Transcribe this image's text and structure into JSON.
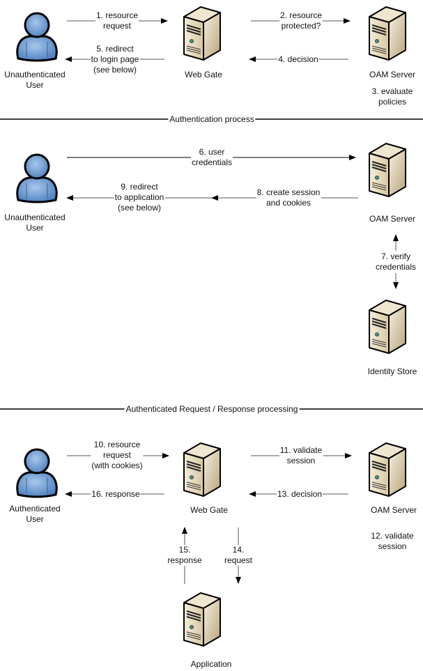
{
  "sections": {
    "auth": "Authentication process",
    "authz": "Authenticated Request / Response processing"
  },
  "actors": {
    "user1": [
      "Unauthenticated",
      "User"
    ],
    "webgate1": "Web Gate",
    "oam1": "OAM Server",
    "user2": [
      "Unauthenticated",
      "User"
    ],
    "oam2": "OAM Server",
    "idstore": "Identity Store",
    "user3": [
      "Authenticated",
      "User"
    ],
    "webgate3": "Web Gate",
    "oam3": "OAM Server",
    "app": "Application"
  },
  "steps": {
    "s1": [
      "1. resource",
      "request"
    ],
    "s2": [
      "2. resource",
      "protected?"
    ],
    "s3": [
      "3. evaluate",
      "policies"
    ],
    "s4": [
      "4. decision"
    ],
    "s5": [
      "5. redirect",
      "to login page",
      "(see below)"
    ],
    "s6": [
      "6. user",
      "credentials"
    ],
    "s7": [
      "7. verify",
      "credentials"
    ],
    "s8": [
      "8. create session",
      "and cookies"
    ],
    "s9": [
      "9. redirect",
      "to application",
      "(see below)"
    ],
    "s10": [
      "10. resource",
      "request",
      "(with cookies)"
    ],
    "s11": [
      "11. validate",
      "session"
    ],
    "s12": [
      "12. validate",
      "session"
    ],
    "s13": [
      "13. decision"
    ],
    "s14": [
      "14.",
      "request"
    ],
    "s15": [
      "15.",
      "response"
    ],
    "s16": [
      "16. response"
    ]
  },
  "colors": {
    "user_fill": "#5b8fc9",
    "server_fill": "#e8dcc0",
    "line": "#000000"
  }
}
